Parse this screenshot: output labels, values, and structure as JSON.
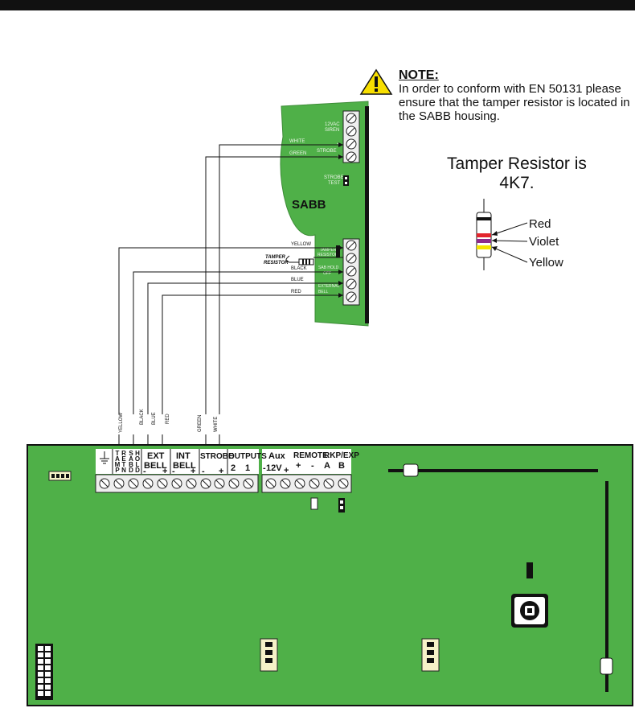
{
  "note": {
    "title": "NOTE:",
    "text": "In order to conform with EN 50131 please ensure that the tamper resistor is located in the SABB housing."
  },
  "tamper": {
    "title_line1": "Tamper Resistor is",
    "title_line2": "4K7.",
    "bands": [
      {
        "label": "Red",
        "color": "#e3262d"
      },
      {
        "label": "Violet",
        "color": "#8e2a8b"
      },
      {
        "label": "Yellow",
        "color": "#f6e400"
      }
    ]
  },
  "sabb": {
    "title": "SABB",
    "siren_label_1": "12VAC",
    "siren_label_2": "SIREN",
    "strobe_label": "STROBE",
    "strobe_test_1": "STROBE",
    "strobe_test_2": "TEST",
    "tamper_terminal_1": "TAMPER",
    "tamper_terminal_2": "RESISTOR",
    "hold_off_1": "SAB HOLD",
    "hold_off_2": "OFF",
    "external_bell_1": "EXTERNAL",
    "external_bell_2": "BELL",
    "tamper_resistor_1": "TAMPER",
    "tamper_resistor_2": "RESISTOR"
  },
  "wires": {
    "white": "WHITE",
    "green": "GREEN",
    "yellow": "YELLOW",
    "black": "BLACK",
    "blue": "BLUE",
    "red": "RED"
  },
  "panel": {
    "ext_bell_1": "EXT",
    "ext_bell_2": "BELL",
    "int_bell_1": "INT",
    "int_bell_2": "BELL",
    "strobe": "STROBE",
    "outputs": "OUTPUTS",
    "out_1": "1",
    "out_2": "2",
    "aux_1": "Aux",
    "aux_2": "12V",
    "remote": "REMOTE",
    "rkp_exp": "RKP/EXP",
    "a": "A",
    "b": "B",
    "plus": "+",
    "minus": "-",
    "tamp_letters": [
      "T",
      "A",
      "M",
      "P"
    ],
    "rem_letters": [
      "R",
      "E",
      "T",
      "N"
    ],
    "sab_letters": [
      "S",
      "A",
      "B",
      "D"
    ],
    "hol_letters": [
      "H",
      "O",
      "L",
      "D"
    ]
  },
  "colors": {
    "board_green": "#4fb048",
    "text_dark": "#111111"
  }
}
